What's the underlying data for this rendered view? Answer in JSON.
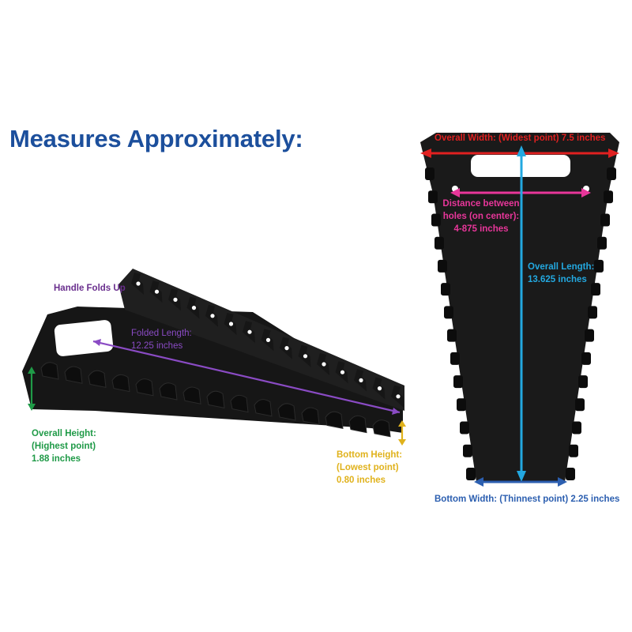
{
  "title": "Measures Approximately:",
  "colors": {
    "title": "#1c4f9c",
    "handle": "#6a2f8e",
    "folded_length": "#8a4bc4",
    "overall_height": "#1f9a47",
    "bottom_height": "#e0b21c",
    "overall_width": "#e02020",
    "hole_distance": "#e8369a",
    "overall_length": "#23a8e0",
    "bottom_width": "#2c5fb0",
    "rack": "#161616"
  },
  "labels": {
    "handle": "Handle Folds Up",
    "folded_length": [
      "Folded Length:",
      "12.25 inches"
    ],
    "overall_height": [
      "Overall Height:",
      "(Highest point)",
      "1.88 inches"
    ],
    "bottom_height": [
      "Bottom Height:",
      "(Lowest point)",
      "0.80 inches"
    ],
    "overall_width": "Overall Width: (Widest point) 7.5 inches",
    "hole_distance": [
      "Distance between",
      "holes (on center):",
      "4-875 inches"
    ],
    "overall_length": [
      "Overall Length:",
      "13.625 inches"
    ],
    "bottom_width": "Bottom Width: (Thinnest point) 2.25 inches"
  }
}
